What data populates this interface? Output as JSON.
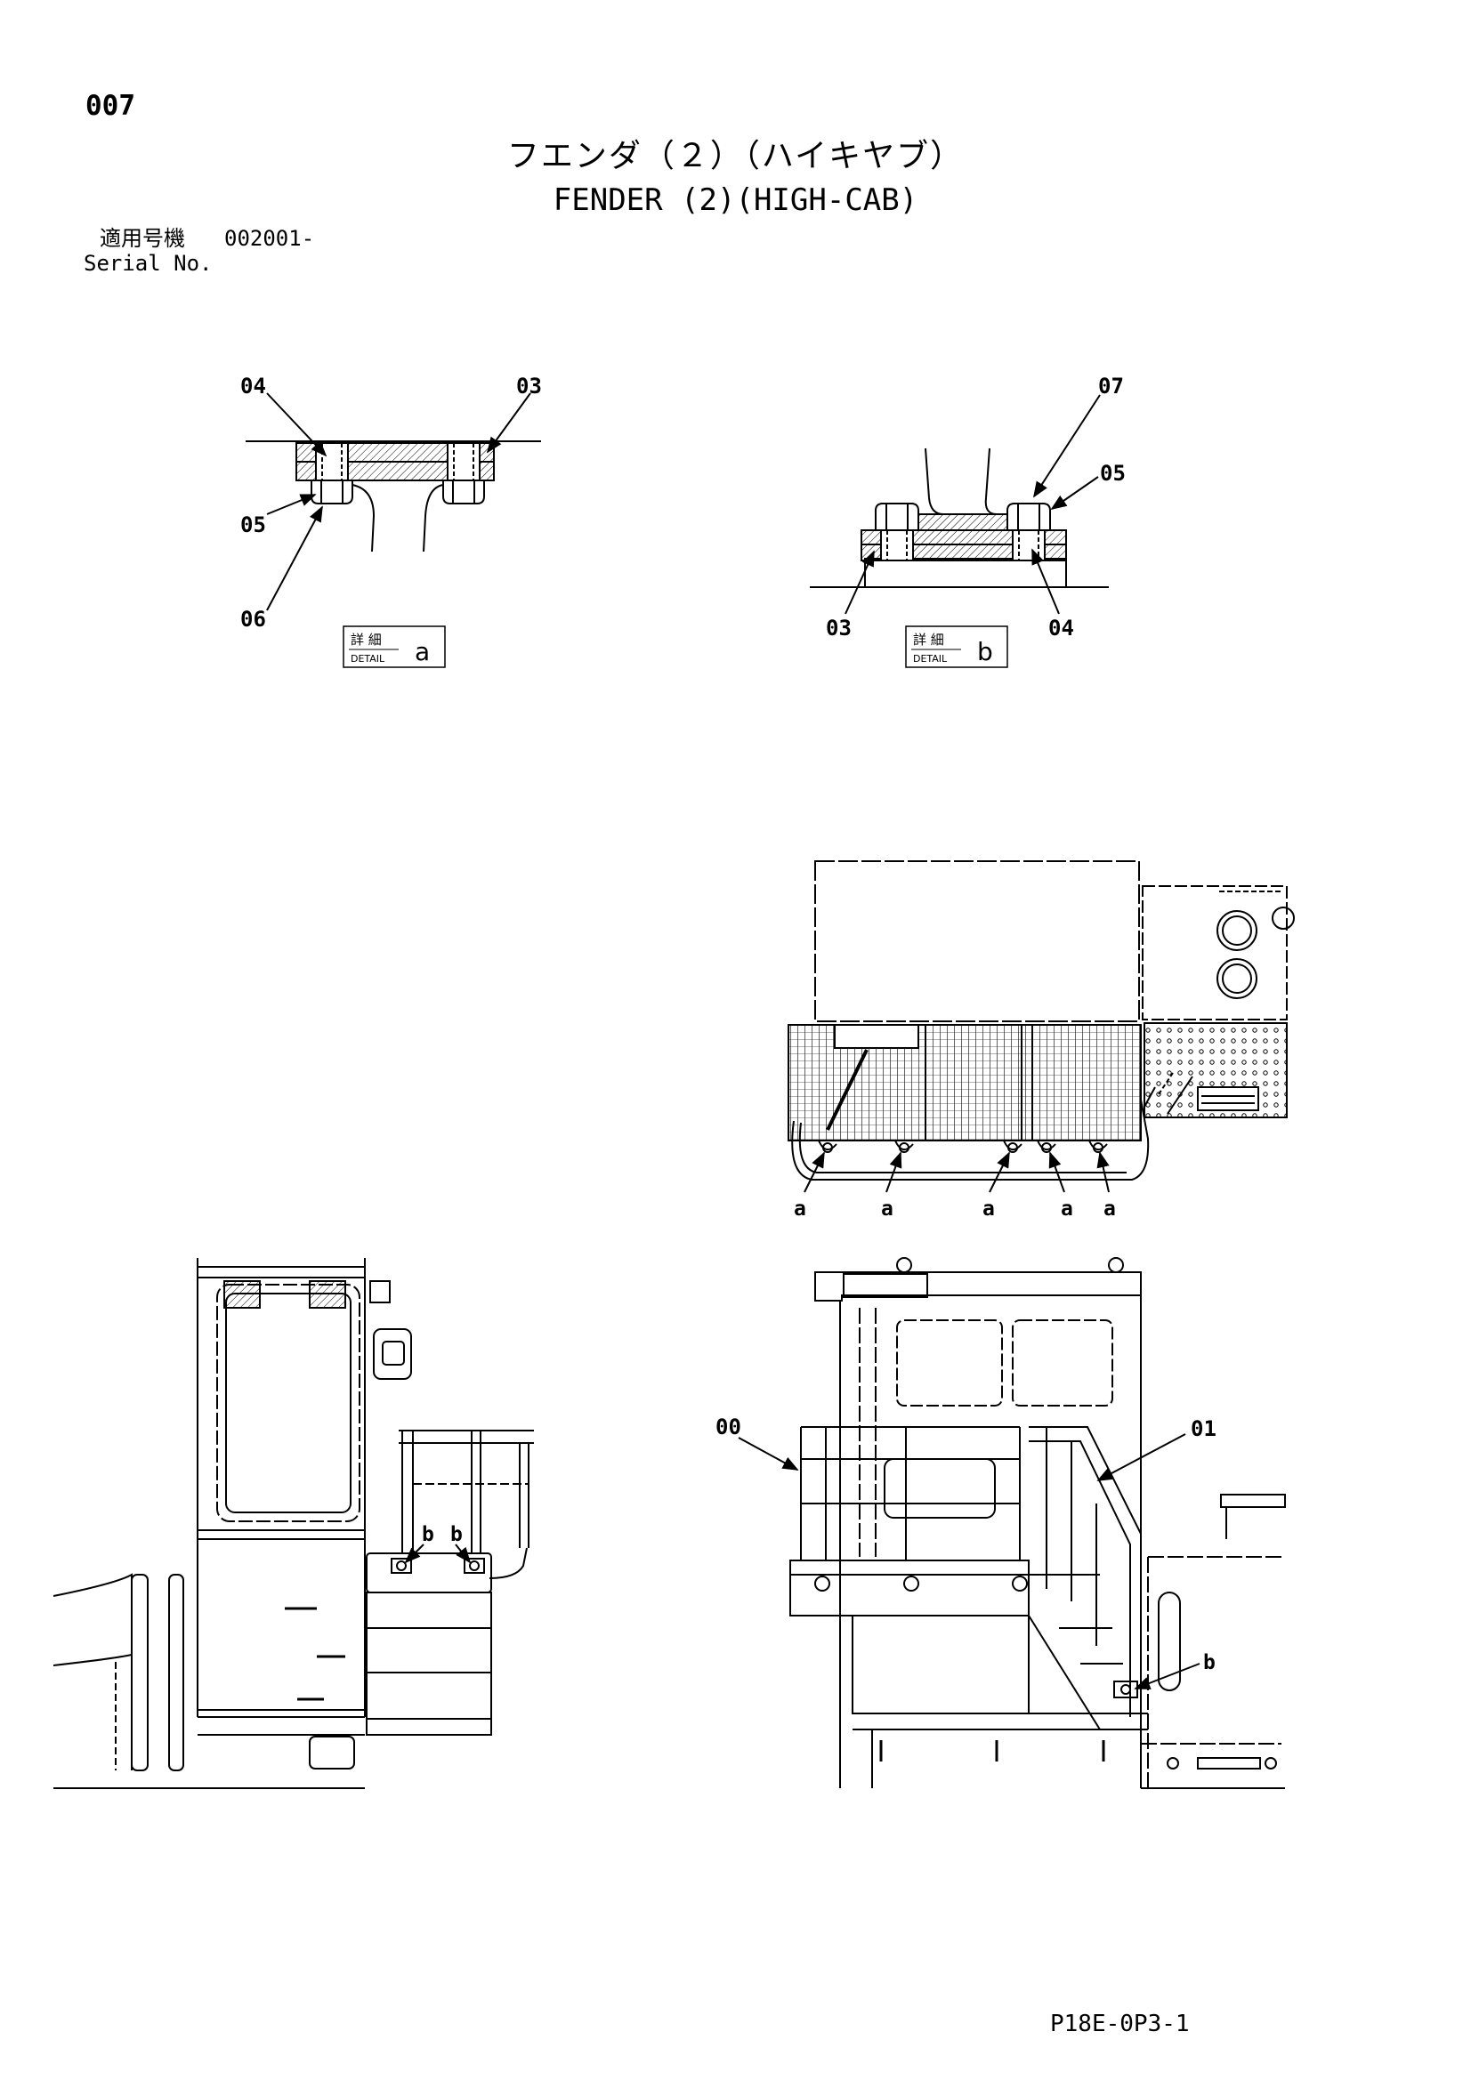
{
  "header": {
    "page_number": "007",
    "title_jp": "フエンダ（２）（ハイキヤブ）",
    "title_en": "FENDER (2)(HIGH-CAB)",
    "serial_label_jp": "適用号機",
    "serial_value": "002001-",
    "serial_label_en": "Serial No."
  },
  "detail_a": {
    "callouts": [
      "04",
      "03",
      "05",
      "06"
    ],
    "tag_jp": "詳 細",
    "tag_en": "DETAIL",
    "tag_letter": "a"
  },
  "detail_b": {
    "callouts": [
      "07",
      "05",
      "03",
      "04"
    ],
    "tag_jp": "詳 細",
    "tag_en": "DETAIL",
    "tag_letter": "b"
  },
  "top_view": {
    "markers": [
      "a",
      "a",
      "a",
      "a",
      "a"
    ]
  },
  "side_view": {
    "markers": [
      "b",
      "b"
    ]
  },
  "front_view": {
    "callouts": [
      "00",
      "01"
    ],
    "marker": "b"
  },
  "footer": {
    "code": "P18E-0P3-1"
  }
}
